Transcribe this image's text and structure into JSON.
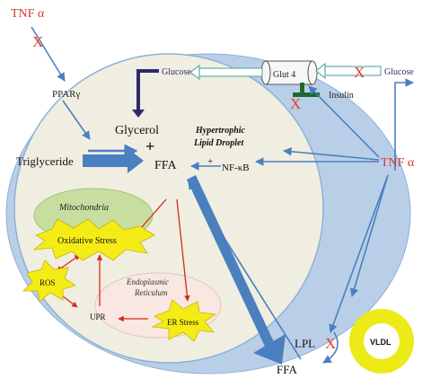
{
  "labels": {
    "tnf_top": "TNF α",
    "tnf_right": "TNF α",
    "ppar": "PPARγ",
    "glucose_in": "Glucose",
    "glucose_out": "Glucose",
    "glut4": "Glut 4",
    "insulin": "Insulin",
    "glycerol": "Glycerol",
    "plus_main": "+",
    "plus_nfkb": "+",
    "triglyceride": "Triglyceride",
    "ffa_inner": "FFA",
    "hypertrophic_line1": "Hypertrophic",
    "hypertrophic_line2": "Lipid Droplet",
    "nfkb": "NF-κB",
    "mitochondria": "Mitochondria",
    "oxidative_stress": "Oxidative Stress",
    "ros": "ROS",
    "upr": "UPR",
    "er_line1": "Endoplasmic",
    "er_line2": "Reticulum",
    "er_stress": "ER Stress",
    "lpl": "LPL",
    "ffa_outer": "FFA",
    "vldl": "VLDL",
    "x_mark": "X"
  },
  "colors": {
    "outer_cell": "#b9cfe8",
    "inner_droplet": "#efeee0",
    "blue_arrow": "#4a7fc0",
    "red_arrow": "#d62a1e",
    "x_red": "#e0412c",
    "tnf_red": "#d23a2c",
    "mito_green": "#c7dea0",
    "er_pink": "#f9e7e1",
    "burst_yellow": "#f5ec17",
    "vldl_yellow": "#ecea17",
    "insulin_green": "#1d6a30",
    "glucose_text": "#2f2a6e"
  }
}
